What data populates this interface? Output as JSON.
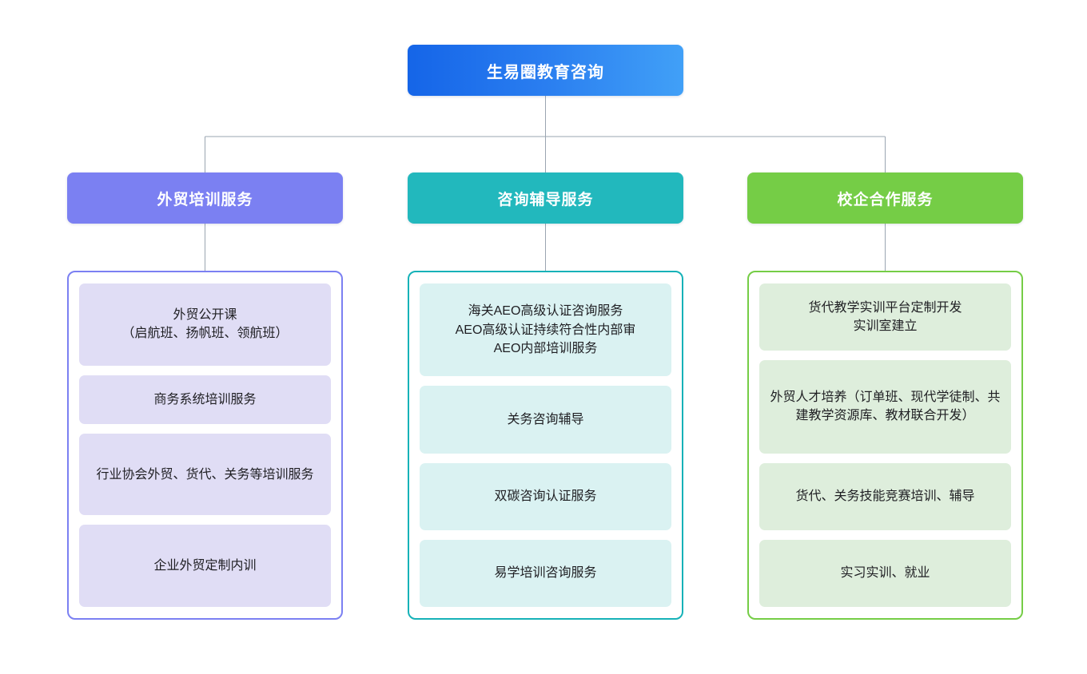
{
  "diagram": {
    "type": "organizational-tree",
    "root": {
      "label": "生易圈教育咨询",
      "color": "#1565e8",
      "color_end": "#41a0f7"
    },
    "branches": [
      {
        "id": "foreign-trade-training",
        "label": "外贸培训服务",
        "header_color": "#7b80f2",
        "border_color": "#7b80f2",
        "card_color": "#e0ddf5",
        "items": [
          {
            "label": "外贸公开课\n（启航班、扬帆班、领航班）",
            "lines": 2
          },
          {
            "label": "商务系统培训服务",
            "lines": 1
          },
          {
            "label": "行业协会外贸、货代、关务等培训服务",
            "lines": 2
          },
          {
            "label": "企业外贸定制内训",
            "lines": 1
          }
        ]
      },
      {
        "id": "consulting-tutoring",
        "label": "咨询辅导服务",
        "header_color": "#22b8bd",
        "border_color": "#16b2b8",
        "card_color": "#daf2f2",
        "items": [
          {
            "label": "海关AEO高级认证咨询服务\nAEO高级认证持续符合性内部审\nAEO内部培训服务",
            "lines": 3
          },
          {
            "label": "关务咨询辅导",
            "lines": 1
          },
          {
            "label": "双碳咨询认证服务",
            "lines": 1
          },
          {
            "label": "易学培训咨询服务",
            "lines": 1
          }
        ]
      },
      {
        "id": "school-enterprise-cooperation",
        "label": "校企合作服务",
        "header_color": "#75cd46",
        "border_color": "#75cd46",
        "card_color": "#deeedc",
        "items": [
          {
            "label": "货代教学实训平台定制开发\n实训室建立",
            "lines": 2
          },
          {
            "label": "外贸人才培养（订单班、现代学徒制、共建教学资源库、教材联合开发）",
            "lines": 3
          },
          {
            "label": "货代、关务技能竞赛培训、辅导",
            "lines": 1
          },
          {
            "label": "实习实训、就业",
            "lines": 1
          }
        ]
      }
    ],
    "connectors": {
      "color": "#9aa5b1",
      "width": 1
    }
  }
}
